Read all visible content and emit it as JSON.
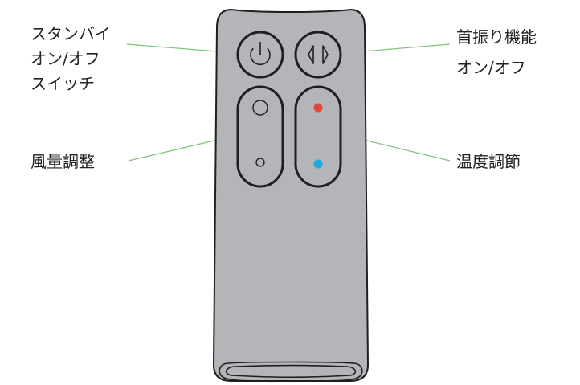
{
  "colors": {
    "body_fill": "#b4b5b8",
    "outline": "#1f1f1f",
    "leader_line": "#7fc67a",
    "heat_dot": "#e2453a",
    "cool_dot": "#1ea8e0"
  },
  "labels": {
    "standby": {
      "line1": "スタンバイ",
      "line2": "オン/オフ",
      "line3": "スイッチ"
    },
    "oscillation": {
      "line1": "首振り機能",
      "line2": "オン/オフ"
    },
    "airflow": "風量調整",
    "temperature": "温度調節"
  },
  "icons": {
    "power": "power-icon",
    "oscillation": "oscillation-icon",
    "airflow_up": "airflow-up-circle-icon",
    "airflow_down": "airflow-down-circle-icon",
    "temp_up": "red-dot-icon",
    "temp_down": "blue-dot-icon"
  }
}
